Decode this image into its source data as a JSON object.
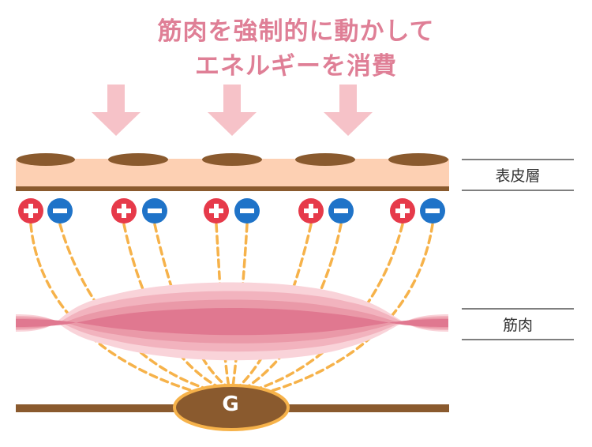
{
  "headline": {
    "line1": "筋肉を強制的に動かして",
    "line2": "エネルギーを消費"
  },
  "labels": {
    "epidermis": "表皮層",
    "muscle": "筋肉",
    "ground": "G"
  },
  "colors": {
    "headline": "#df7f96",
    "skin": "#fdd0b3",
    "brown": "#8a5a2e",
    "arrow": "#f6c2c8",
    "muscle_core": "#e07890",
    "positive": "#e63a4a",
    "negative": "#1f73c8",
    "current": "#f6b24a"
  },
  "electrode_pairs": 5,
  "arrows": 3
}
